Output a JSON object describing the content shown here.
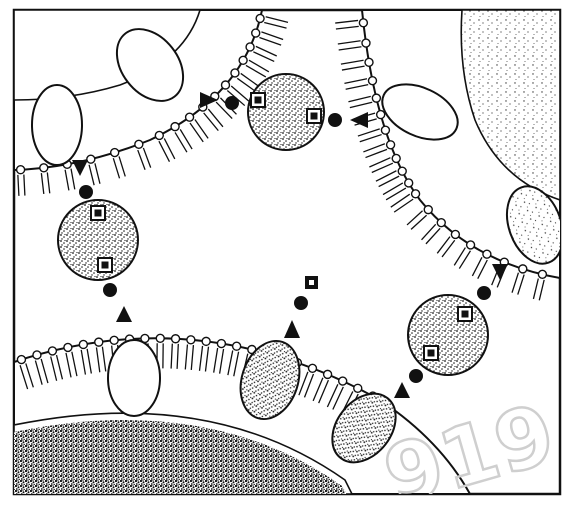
{
  "figure": {
    "watermark_text": "919",
    "colors": {
      "ink": "#111111",
      "paper": "#ffffff",
      "stipple": "#1a1a1a",
      "watermark": "#cfcfcf"
    },
    "cells": [
      {
        "id": "top-left-cell",
        "nucleus": "none"
      },
      {
        "id": "top-right-cell",
        "nucleus": "light-stipple"
      },
      {
        "id": "bottom-left-cell",
        "nucleus": "dense-stipple"
      }
    ],
    "vesicles": [
      {
        "id": "top-vesicle",
        "cargo_markers": 2
      },
      {
        "id": "left-vesicle",
        "cargo_markers": 2
      },
      {
        "id": "right-vesicle",
        "cargo_markers": 2
      }
    ],
    "icons": [
      "arrowhead-icon",
      "ligand-ball-icon",
      "receptor-square-icon"
    ]
  }
}
